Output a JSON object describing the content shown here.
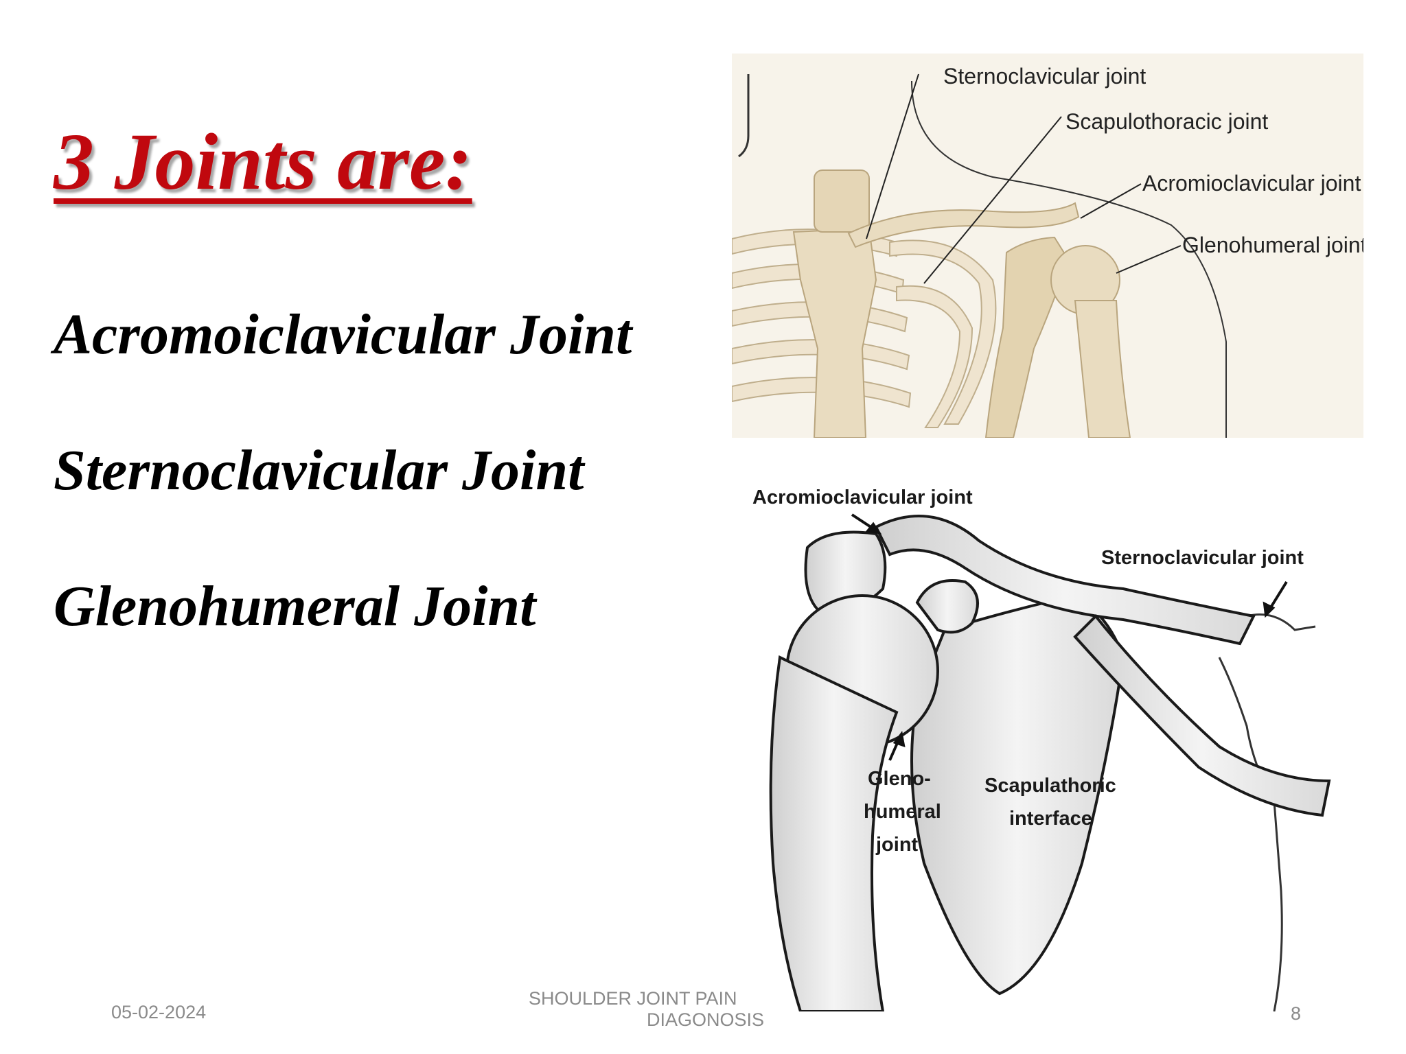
{
  "slide": {
    "title": "3 Joints are:",
    "joints": [
      "Acromoiclavicular Joint",
      "Sternoclavicular Joint",
      "Glenohumeral Joint"
    ]
  },
  "figure_top": {
    "labels": {
      "sternoclavicular": "Sternoclavicular joint",
      "scapulothoracic": "Scapulothoracic joint",
      "acromioclavicular": "Acromioclavicular joint",
      "glenohumeral": "Glenohumeral joint"
    }
  },
  "figure_bottom": {
    "labels": {
      "acromioclavicular": "Acromioclavicular joint",
      "sternoclavicular": "Sternoclavicular joint",
      "gleno_1": "Gleno-",
      "gleno_2": "humeral",
      "gleno_3": "joint",
      "scapulathoric_1": "Scapulathoric",
      "scapulathoric_2": "interface"
    }
  },
  "footer": {
    "date": "05-02-2024",
    "title_line1": "SHOULDER JOINT PAIN",
    "title_line2": "DIAGONOSIS",
    "page_number": "8"
  },
  "colors": {
    "title_red": "#c0080e",
    "bone": "#e9dcc0",
    "bone_outline": "#b9a57e",
    "footer_gray": "#8a8a8a"
  }
}
